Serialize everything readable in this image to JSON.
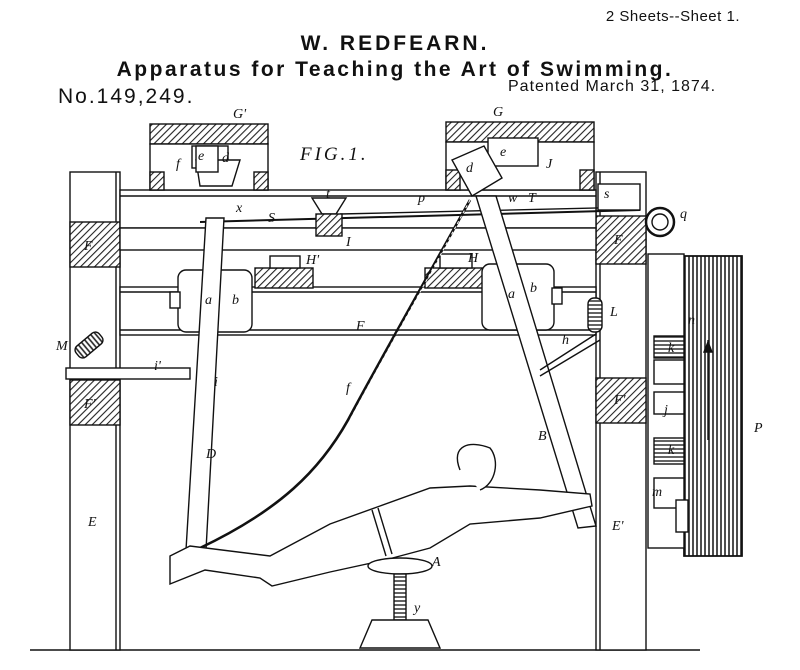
{
  "header": {
    "sheet_note": "2 Sheets--Sheet 1.",
    "inventor": "W. REDFEARN.",
    "title": "Apparatus for Teaching the Art of Swimming.",
    "patent_number": "No.149,249.",
    "patent_date": "Patented March 31, 1874."
  },
  "figure": {
    "caption": "FIG.1.",
    "labels": {
      "A": "A",
      "B": "B",
      "D": "D",
      "E": "E",
      "E_prime": "E'",
      "F": "F",
      "F_prime": "F'",
      "G": "G",
      "G_prime": "G'",
      "H": "H",
      "H_prime": "H'",
      "I": "I",
      "J": "J",
      "L": "L",
      "M": "M",
      "P": "P",
      "T": "T",
      "S": "S",
      "a": "a",
      "b": "b",
      "d": "d",
      "e": "e",
      "f": "f",
      "h": "h",
      "i": "i",
      "i_prime": "i'",
      "j": "j",
      "k": "k",
      "m": "m",
      "n": "n",
      "p": "p",
      "q": "q",
      "s": "s",
      "t": "t",
      "w": "w",
      "x": "x",
      "y": "y"
    }
  }
}
